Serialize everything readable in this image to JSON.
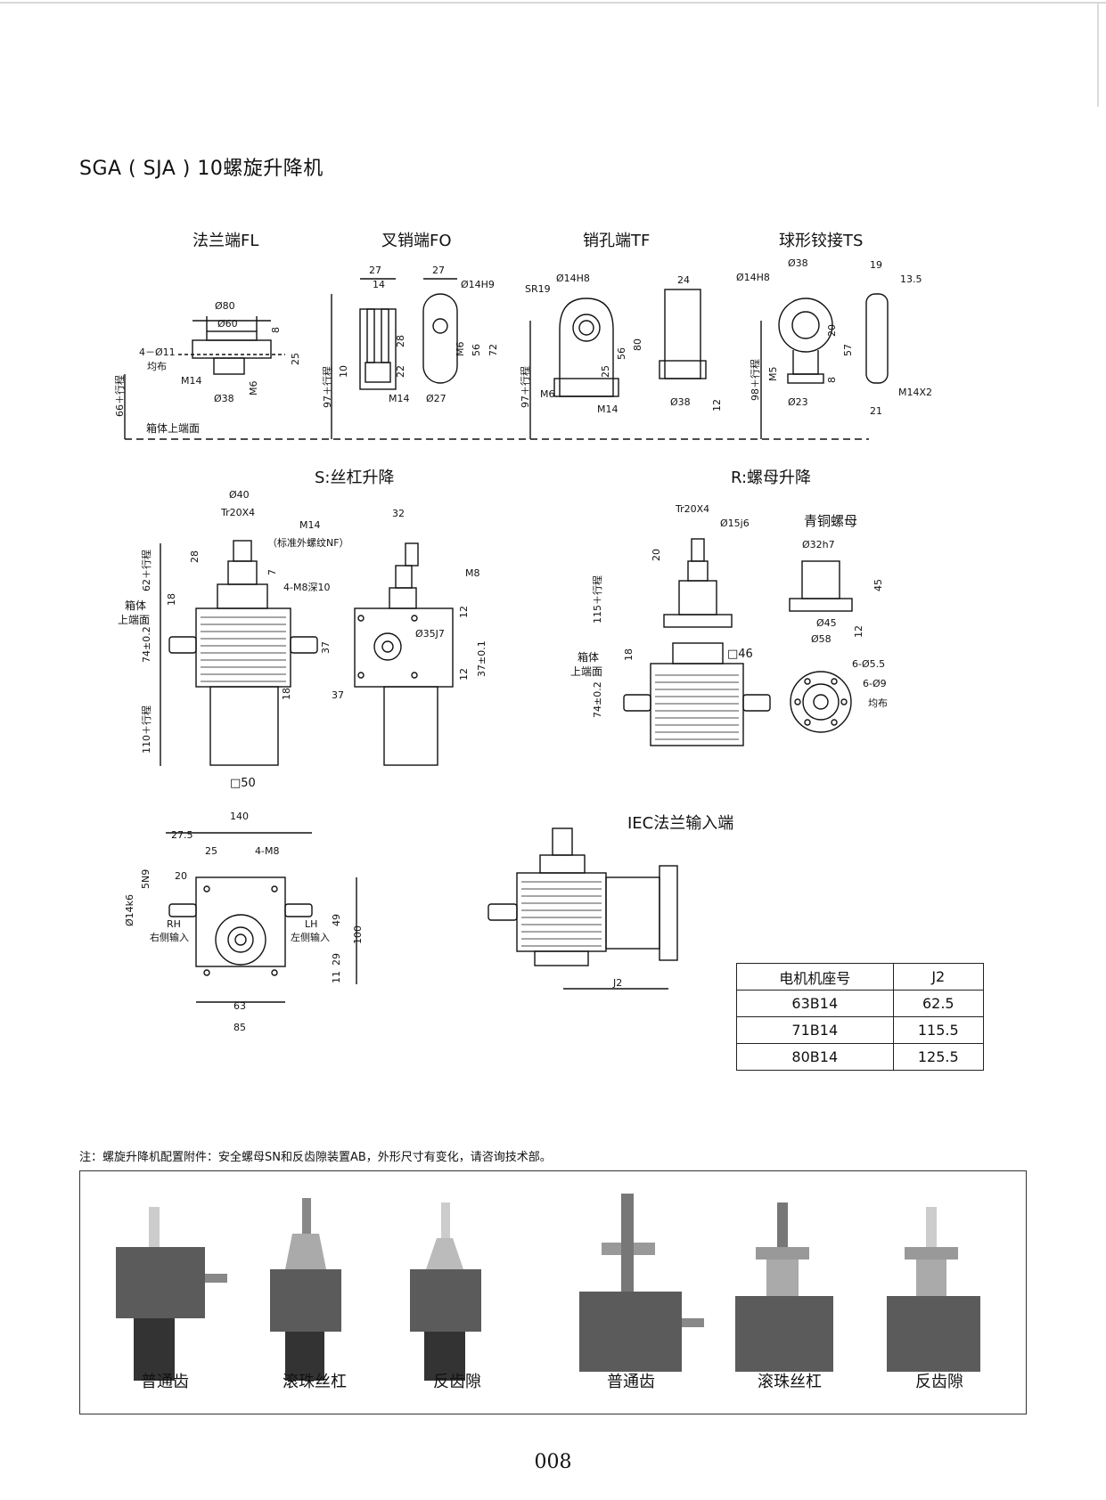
{
  "page_title": "SGA ( SJA ) 10螺旋升降机",
  "sections": {
    "fl": "法兰端FL",
    "fo": "叉销端FO",
    "tf": "销孔端TF",
    "ts": "球形铰接TS",
    "s": "S:丝杠升降",
    "r": "R:螺母升降",
    "bronze_nut": "青铜螺母",
    "iec": "IEC法兰输入端"
  },
  "dims": {
    "fl_d80": "Ø80",
    "fl_d60": "Ø60",
    "fl_4d11": "4－Ø11",
    "fl_even": "均布",
    "fl_m14": "M14",
    "fl_d38": "Ø38",
    "fl_m6": "M6",
    "fl_8": "8",
    "fl_25": "25",
    "fl_66": "66＋行程",
    "box_top": "箱体上端面",
    "fo_27a": "27",
    "fo_14": "14",
    "fo_27b": "27",
    "fo_d14h9": "Ø14H9",
    "fo_28": "28",
    "fo_22": "22",
    "fo_10": "10",
    "fo_m14": "M14",
    "fo_d27": "Ø27",
    "fo_m6": "M6",
    "fo_56": "56",
    "fo_72": "72",
    "fo_97": "97＋行程",
    "tf_d14h8": "Ø14H8",
    "tf_sr19": "SR19",
    "tf_24": "24",
    "tf_80": "80",
    "tf_56": "56",
    "tf_25": "25",
    "tf_m6": "M6",
    "tf_m14": "M14",
    "tf_d38": "Ø38",
    "tf_12": "12",
    "tf_97": "97＋行程",
    "ts_d38": "Ø38",
    "ts_19": "19",
    "ts_13_5": "13.5",
    "ts_d14h8": "Ø14H8",
    "ts_20": "20",
    "ts_57": "57",
    "ts_m5": "M5",
    "ts_8": "8",
    "ts_d23": "Ø23",
    "ts_m14x2": "M14X2",
    "ts_21": "21",
    "ts_98": "98＋行程",
    "s_d40": "Ø40",
    "s_tr": "Tr20X4",
    "s_m14": "M14",
    "s_nf": "（标准外螺纹NF）",
    "s_28": "28",
    "s_7": "7",
    "s_62": "62＋行程",
    "s_18": "18",
    "s_box": "箱体",
    "s_box2": "上端面",
    "s_74": "74±0.2",
    "s_18b": "18",
    "s_110": "110＋行程",
    "s_sq50": "□50",
    "s_32": "32",
    "s_m8": "M8",
    "s_4m8": "4-M8深10",
    "s_d35": "Ø35J7",
    "s_37a": "37",
    "s_37b": "37",
    "s_12a": "12",
    "s_12b": "12",
    "s_37c": "37±0.1",
    "r_tr": "Tr20X4",
    "r_d15": "Ø15j6",
    "r_20": "20",
    "r_115": "115＋行程",
    "r_18": "18",
    "r_box": "箱体",
    "r_box2": "上端面",
    "r_sq46": "□46",
    "r_74": "74±0.2",
    "n_d32": "Ø32h7",
    "n_45": "45",
    "n_d45": "Ø45",
    "n_12": "12",
    "n_d58": "Ø58",
    "n_6d55": "6-Ø5.5",
    "n_6d9": "6-Ø9",
    "n_even": "均布",
    "b_140": "140",
    "b_27_5": "27.5",
    "b_25": "25",
    "b_4m8": "4-M8",
    "b_20": "20",
    "b_5n9": "5N9",
    "b_d14k6": "Ø14k6",
    "b_rh": "RH",
    "b_rh2": "右侧输入",
    "b_lh": "LH",
    "b_lh2": "左侧输入",
    "b_49": "49",
    "b_100": "100",
    "b_29": "29",
    "b_11": "11",
    "b_63": "63",
    "b_85": "85",
    "iec_j2": "J2"
  },
  "j2_table": {
    "headers": [
      "电机机座号",
      "J2"
    ],
    "rows": [
      [
        "63B14",
        "62.5"
      ],
      [
        "71B14",
        "115.5"
      ],
      [
        "80B14",
        "125.5"
      ]
    ]
  },
  "note": "注：螺旋升降机配置附件：安全螺母SN和反齿隙装置AB，外形尺寸有变化，请咨询技术部。",
  "photo_captions": [
    "普通齿",
    "滚珠丝杠",
    "反齿隙",
    "普通齿",
    "滚珠丝杠",
    "反齿隙"
  ],
  "page_number": "008"
}
